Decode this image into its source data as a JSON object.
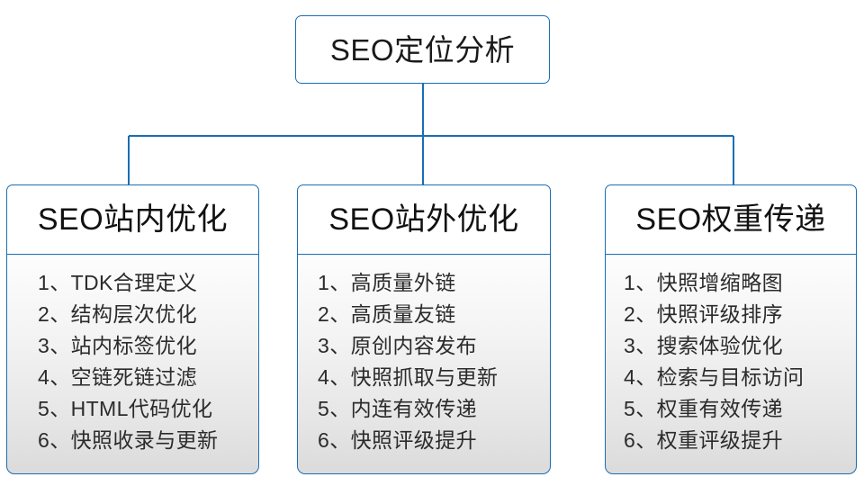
{
  "diagram": {
    "root": {
      "label": "SEO定位分析"
    },
    "colors": {
      "node_border": "#1a6eb5",
      "connector": "#1a6eb5",
      "node_fill": "#ffffff",
      "list_fill_top": "#fdfdfd",
      "list_fill_bottom": "#dbdbdb",
      "text": "#1a1a1a"
    },
    "branches": [
      {
        "header": "SEO站内优化",
        "items": [
          {
            "index": "1、",
            "text": "TDK合理定义"
          },
          {
            "index": "2、",
            "text": "结构层次优化"
          },
          {
            "index": "3、",
            "text": "站内标签优化"
          },
          {
            "index": "4、",
            "text": "空链死链过滤"
          },
          {
            "index": "5、",
            "text": "HTML代码优化"
          },
          {
            "index": "6、",
            "text": "快照收录与更新"
          }
        ]
      },
      {
        "header": "SEO站外优化",
        "items": [
          {
            "index": "1、",
            "text": "高质量外链"
          },
          {
            "index": "2、",
            "text": "高质量友链"
          },
          {
            "index": "3、",
            "text": "原创内容发布"
          },
          {
            "index": "4、",
            "text": "快照抓取与更新"
          },
          {
            "index": "5、",
            "text": "内连有效传递"
          },
          {
            "index": "6、",
            "text": "快照评级提升"
          }
        ]
      },
      {
        "header": "SEO权重传递",
        "items": [
          {
            "index": "1、",
            "text": "快照增缩略图"
          },
          {
            "index": "2、",
            "text": "快照评级排序"
          },
          {
            "index": "3、",
            "text": "搜索体验优化"
          },
          {
            "index": "4、",
            "text": "检索与目标访问"
          },
          {
            "index": "5、",
            "text": "权重有效传递"
          },
          {
            "index": "6、",
            "text": "权重评级提升"
          }
        ]
      }
    ]
  }
}
